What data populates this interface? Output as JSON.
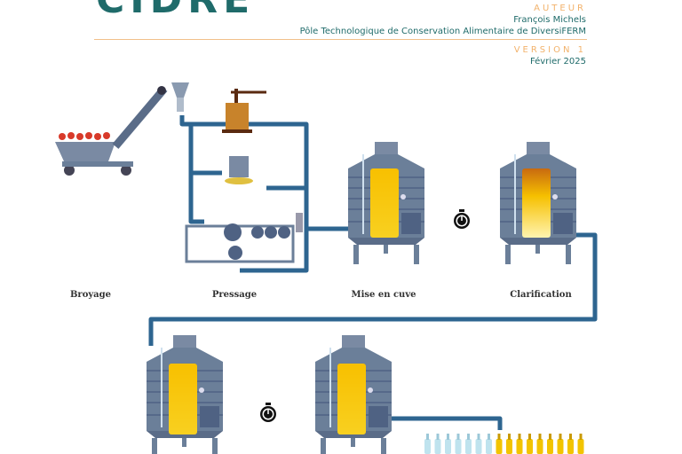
{
  "document": {
    "title": "CIDRE"
  },
  "author": {
    "heading": "AUTEUR",
    "name": "François Michels",
    "organization": "Pôle Technologique de Conservation Alimentaire de DiversiFERM"
  },
  "version": {
    "heading": "VERSION 1",
    "date": "Février 2025"
  },
  "steps": [
    {
      "label": "Broyage"
    },
    {
      "label": "Pressage"
    },
    {
      "label": "Mise en cuve"
    },
    {
      "label": "Clarification"
    }
  ],
  "colors": {
    "teal": "#1f6b6a",
    "accent": "#f2b26b",
    "pipe": "#2e6590",
    "tank": "#6b7f99",
    "juice": "#f6c400"
  }
}
